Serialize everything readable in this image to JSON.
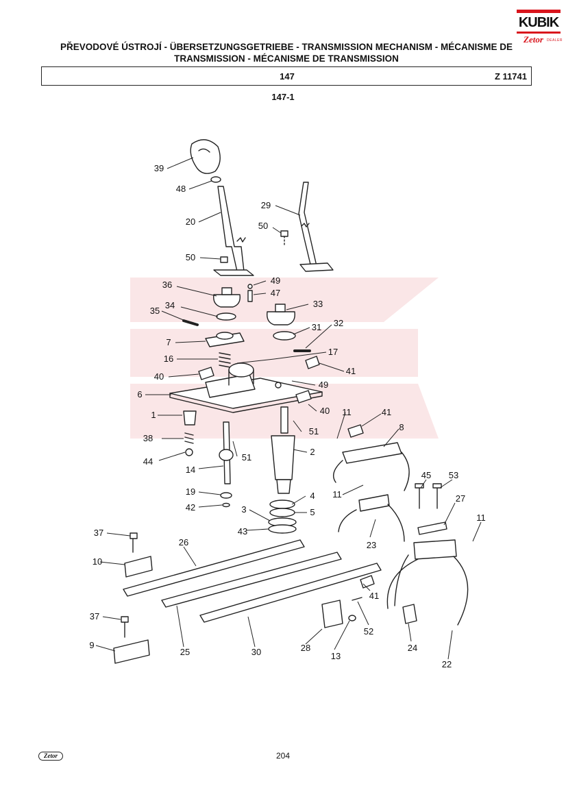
{
  "header": {
    "title_line1": "PŘEVODOVÉ ÚSTROJÍ - ÜBERSETZUNGSGETRIEBE - TRANSMISSION MECHANISM - MÉCANISME DE",
    "title_line2": "TRANSMISSION - MÉCANISME DE TRANSMISSION",
    "group_number": "147",
    "code": "Z 11741",
    "figure": "147-1"
  },
  "logo": {
    "brand": "KUBIK",
    "sub_brand": "Zetor",
    "tag": "DEALER"
  },
  "footer": {
    "logo": "Zetor",
    "page": "204"
  },
  "colors": {
    "accent": "#d9141c",
    "ink": "#222222"
  },
  "callouts": {
    "c39": "39",
    "c48": "48",
    "c20": "20",
    "c50a": "50",
    "c29": "29",
    "c50b": "50",
    "c49a": "49",
    "c47": "47",
    "c36": "36",
    "c34": "34",
    "c33": "33",
    "c35": "35",
    "c31": "31",
    "c32": "32",
    "c7": "7",
    "c16": "16",
    "c17": "17",
    "c40a": "40",
    "c41a": "41",
    "c49b": "49",
    "c6": "6",
    "c40b": "40",
    "c1": "1",
    "c11a": "11",
    "c41b": "41",
    "c51a": "51",
    "c8": "8",
    "c38": "38",
    "c2": "2",
    "c51b": "51",
    "c44": "44",
    "c14": "14",
    "c45": "45",
    "c53": "53",
    "c11b": "11",
    "c19": "19",
    "c4": "4",
    "c27": "27",
    "c42": "42",
    "c3": "3",
    "c5": "5",
    "c11c": "11",
    "c43": "43",
    "c37a": "37",
    "c23": "23",
    "c26": "26",
    "c10": "10",
    "c41c": "41",
    "c37b": "37",
    "c52": "52",
    "c24": "24",
    "c28": "28",
    "c13": "13",
    "c9": "9",
    "c25": "25",
    "c30": "30",
    "c22": "22"
  }
}
